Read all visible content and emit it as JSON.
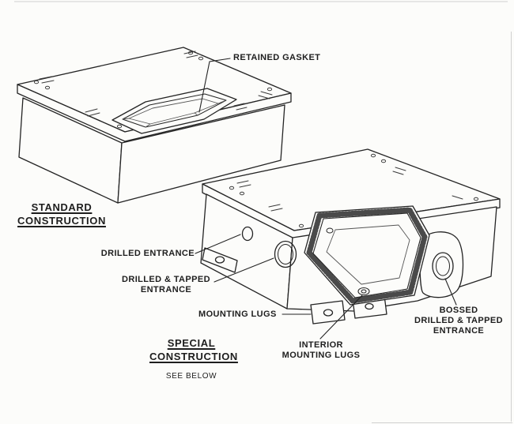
{
  "diagram": {
    "background_color": "#fcfcfa",
    "ink_color": "#242424",
    "title_standard": {
      "line1": "STANDARD",
      "line2": "CONSTRUCTION"
    },
    "title_special": {
      "line1": "SPECIAL",
      "line2": "CONSTRUCTION",
      "note": "SEE BELOW"
    },
    "callouts": {
      "retained_gasket": "RETAINED GASKET",
      "drilled_entrance": "DRILLED ENTRANCE",
      "drilled_tapped": {
        "line1": "DRILLED & TAPPED",
        "line2": "ENTRANCE"
      },
      "mounting_lugs": "MOUNTING LUGS",
      "interior_mounting_lugs": {
        "line1": "INTERIOR",
        "line2": "MOUNTING LUGS"
      },
      "bossed_entrance": {
        "line1": "BOSSED",
        "line2": "DRILLED & TAPPED",
        "line3": "ENTRANCE"
      }
    }
  }
}
